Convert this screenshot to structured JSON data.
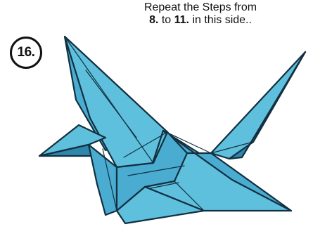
{
  "step": {
    "number": "16."
  },
  "instruction": {
    "line1": "Repeat the Steps from",
    "from_step": "8.",
    "connector": " to ",
    "to_step": "11.",
    "suffix": " in this side.."
  },
  "colors": {
    "paper_light": "#5fc0dd",
    "paper_mid": "#49acd0",
    "paper_dark": "#2f86ad",
    "outline": "#123040"
  }
}
